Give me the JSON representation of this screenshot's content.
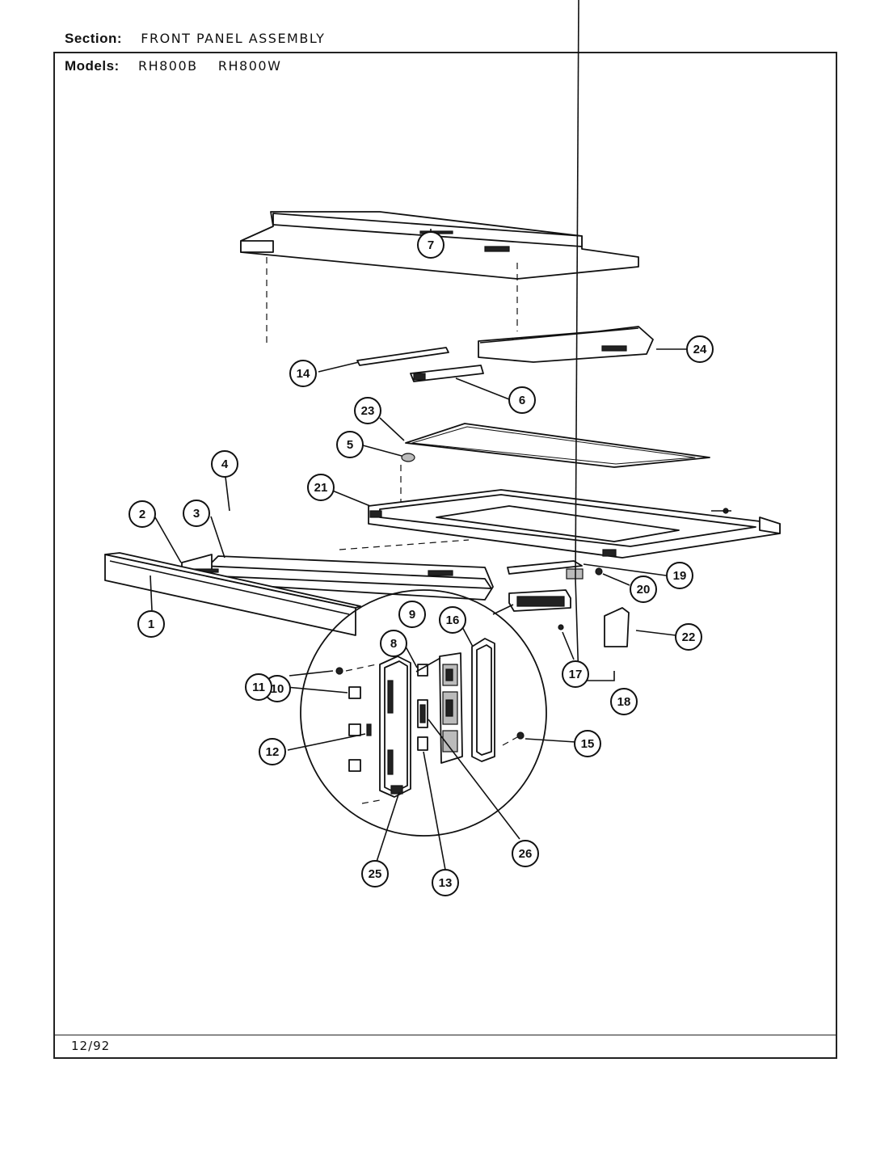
{
  "header": {
    "section_label": "Section:",
    "section_value": "FRONT PANEL ASSEMBLY",
    "models_label": "Models:",
    "model_1": "RH800B",
    "model_2": "RH800W"
  },
  "footer": {
    "date": "12/92"
  },
  "callouts": [
    "1",
    "2",
    "3",
    "4",
    "5",
    "6",
    "7",
    "8",
    "9",
    "10",
    "11",
    "12",
    "13",
    "14",
    "15",
    "16",
    "17",
    "18",
    "19",
    "20",
    "21",
    "22",
    "23",
    "24",
    "25",
    "26"
  ]
}
